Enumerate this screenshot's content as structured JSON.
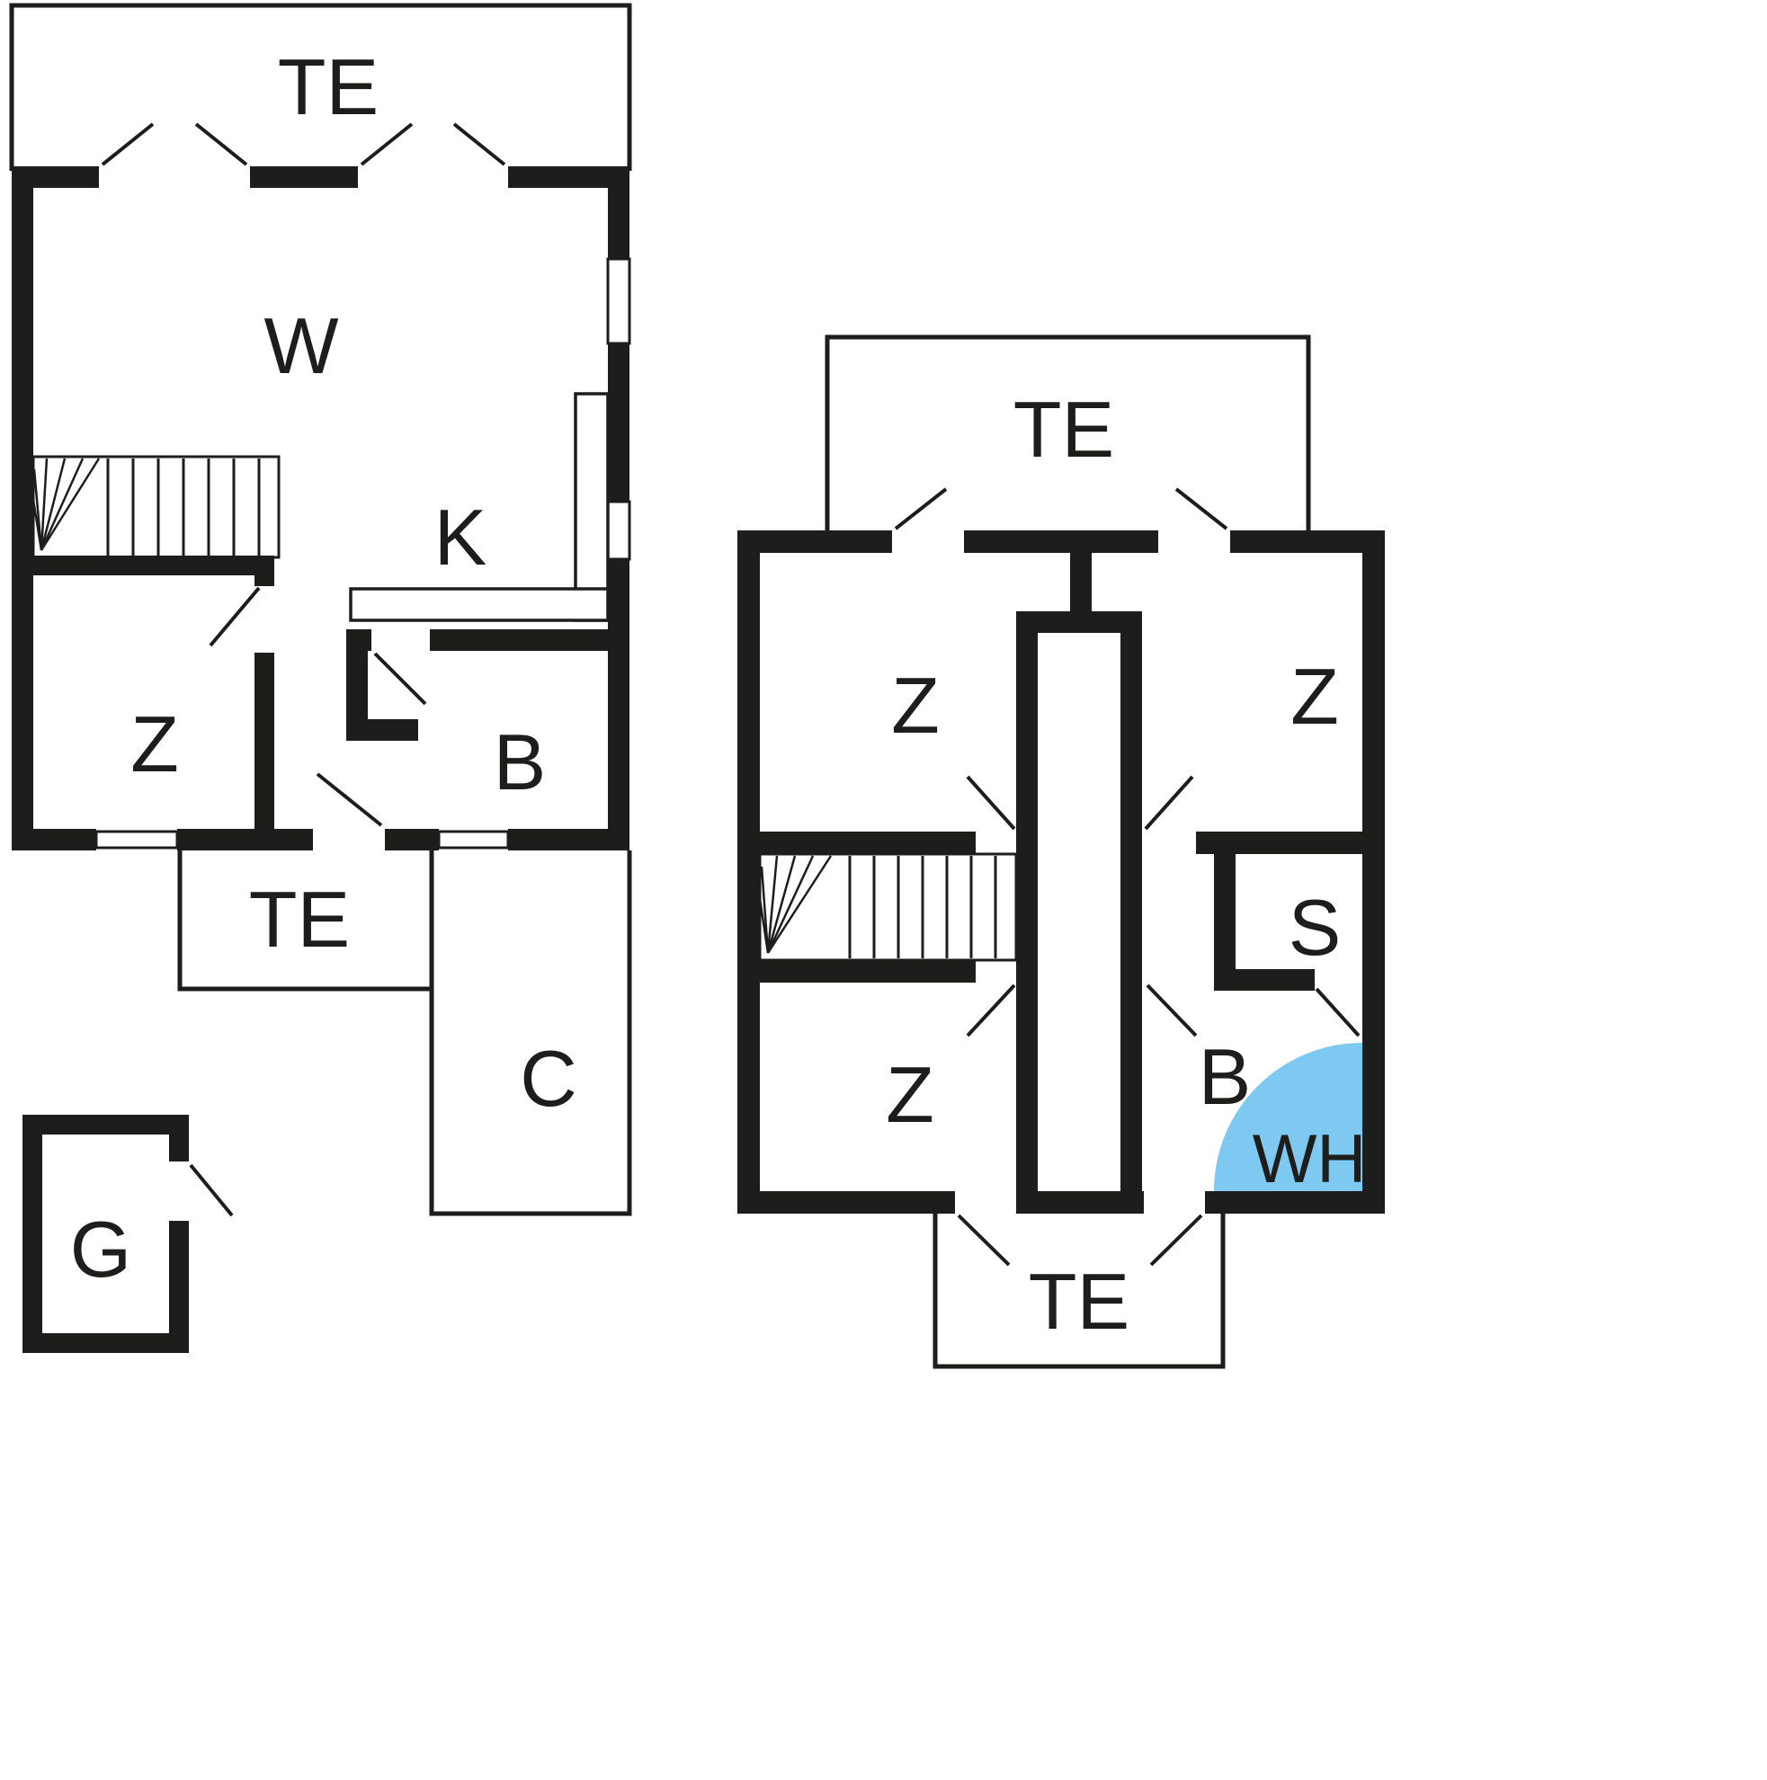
{
  "document": {
    "type": "floor-plan",
    "floors": [
      "ground_floor",
      "upper_floor"
    ]
  },
  "colors": {
    "wall": "#1d1d1b",
    "label": "#1d1d1b",
    "room_fill": "#ffffff",
    "background": "#ffffff",
    "whirlpool": "#7ec9f2"
  },
  "ground_floor": {
    "rooms": [
      {
        "id": "terrace-north",
        "label": "TE"
      },
      {
        "id": "living-room",
        "label": "W"
      },
      {
        "id": "kitchen",
        "label": "K"
      },
      {
        "id": "bedroom",
        "label": "Z"
      },
      {
        "id": "bathroom",
        "label": "B"
      },
      {
        "id": "terrace-south",
        "label": "TE"
      },
      {
        "id": "carport",
        "label": "C"
      },
      {
        "id": "shed",
        "label": "G"
      }
    ]
  },
  "upper_floor": {
    "rooms": [
      {
        "id": "terrace-north",
        "label": "TE"
      },
      {
        "id": "bedroom-northwest",
        "label": "Z"
      },
      {
        "id": "bedroom-northeast",
        "label": "Z"
      },
      {
        "id": "storage",
        "label": "S"
      },
      {
        "id": "bedroom-southwest",
        "label": "Z"
      },
      {
        "id": "bathroom",
        "label": "B"
      },
      {
        "id": "whirlpool",
        "label": "WH"
      },
      {
        "id": "terrace-south",
        "label": "TE"
      }
    ]
  }
}
